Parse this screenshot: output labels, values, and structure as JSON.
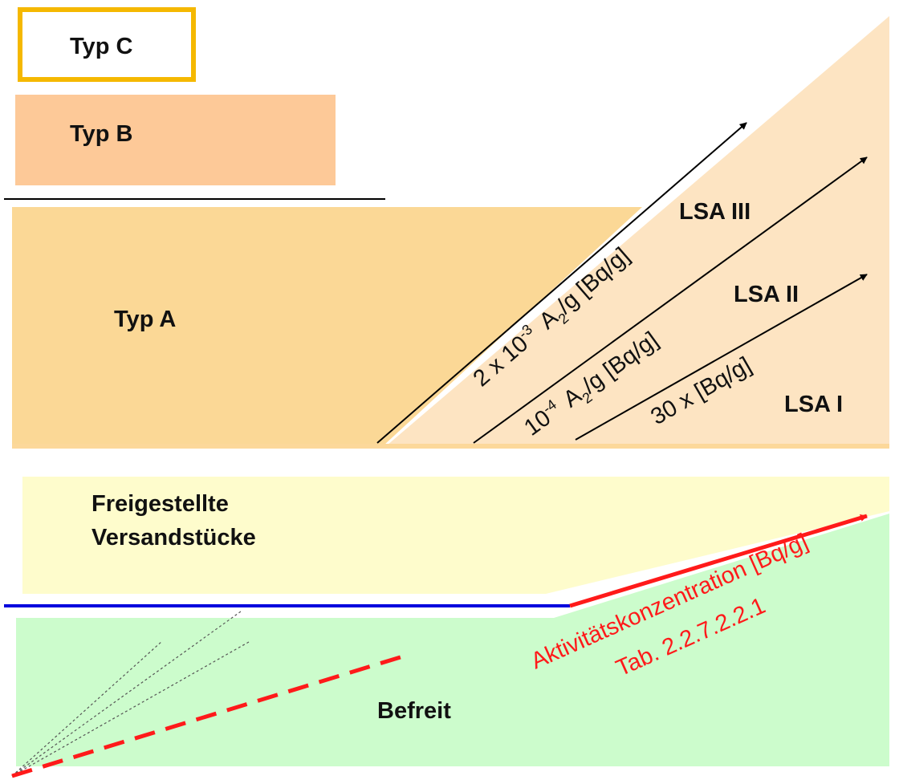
{
  "diagram": {
    "categories": {
      "typ_c": "Typ C",
      "typ_b": "Typ B",
      "typ_a": "Typ A",
      "freigestellte_line1": "Freigestellte",
      "freigestellte_line2": "Versandstücke",
      "befreit": "Befreit"
    },
    "lsa": {
      "lsa_iii": "LSA III",
      "lsa_ii": "LSA II",
      "lsa_i": "LSA I"
    },
    "thresholds": {
      "lsa_iii_prefix": "2 x 10",
      "lsa_iii_exp": "-3",
      "lsa_iii_mid": "A",
      "lsa_iii_sub": "2",
      "lsa_iii_suffix": "/g [Bq/g]",
      "lsa_ii_prefix": "10",
      "lsa_ii_exp": "-4",
      "lsa_ii_mid": "A",
      "lsa_ii_sub": "2",
      "lsa_ii_suffix": "/g [Bq/g]",
      "lsa_i": "30 x [Bq/g]"
    },
    "exemption": {
      "line1": "Aktivitätskonzentration [Bq/g]",
      "line2": "Tab. 2.2.7.2.2.1"
    },
    "colors": {
      "typ_c_border": "#f5b800",
      "typ_b_fill": "#fdc998",
      "typ_a_fill": "#fbd896",
      "lsa_fill": "#fde4c2",
      "freigestellt_fill": "#fefccc",
      "befreit_fill": "#ccfccc",
      "blue_line": "#0000dd",
      "red": "#ff1a1a"
    }
  }
}
